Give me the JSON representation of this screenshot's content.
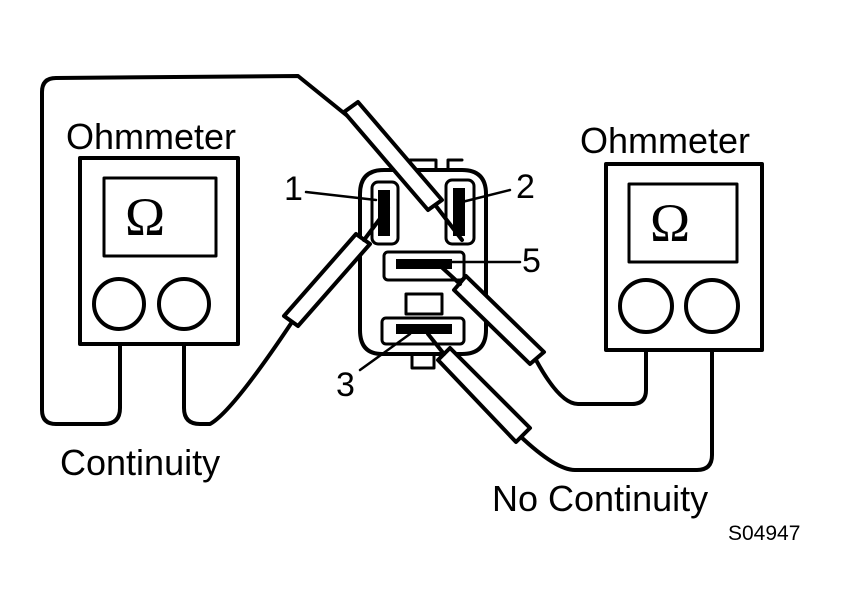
{
  "meters": {
    "left": {
      "title": "Ohmmeter",
      "symbol": "Ω",
      "result": "Continuity"
    },
    "right": {
      "title": "Ohmmeter",
      "symbol": "Ω",
      "result": "No Continuity"
    }
  },
  "relay": {
    "terminals": [
      "1",
      "2",
      "3",
      "5"
    ]
  },
  "figure_code": "S04947"
}
